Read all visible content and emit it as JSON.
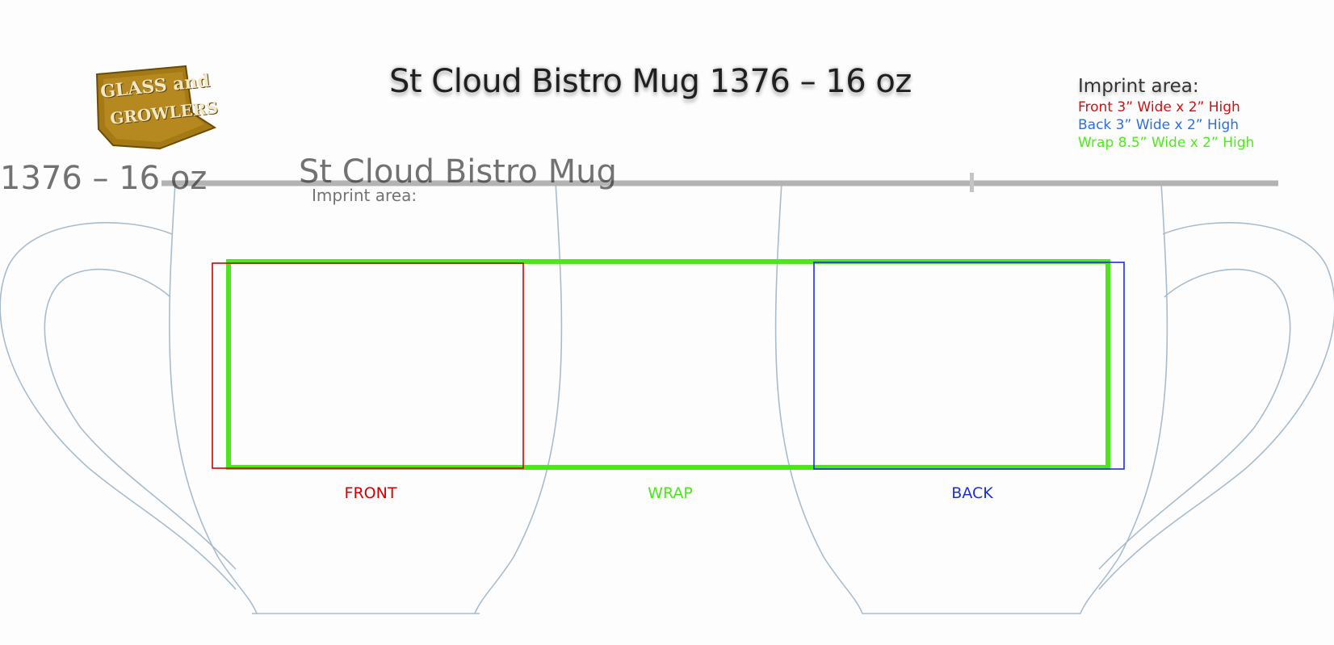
{
  "title": "St Cloud Bistro Mug 1376 – 16 oz",
  "logo": {
    "text_top": "GLASS and",
    "text_bottom": "GROWLERS"
  },
  "imprint": {
    "heading": "Imprint area:",
    "lines": [
      {
        "text": "Front 3” Wide x 2” High",
        "color": "#d10f0f"
      },
      {
        "text": "Back 3” Wide x 2” High",
        "color": "#2d6fe0"
      },
      {
        "text": "Wrap 8.5” Wide x 2” High",
        "color": "#4cec16"
      }
    ]
  },
  "zones": {
    "front": {
      "label": "FRONT",
      "color": "#d40000"
    },
    "wrap": {
      "label": "WRAP",
      "color": "#4ce61c"
    },
    "back": {
      "label": "BACK",
      "color": "#1f2fd6"
    }
  },
  "ghost_text": {
    "left_title": "1376 – 16 oz",
    "center_title": "St Cloud Bistro Mug",
    "center_sub": "Imprint area:"
  },
  "colors": {
    "mug_outline": "#a9bccb",
    "divider": "#b3b3b3",
    "logo_gold": "#a57a14"
  }
}
